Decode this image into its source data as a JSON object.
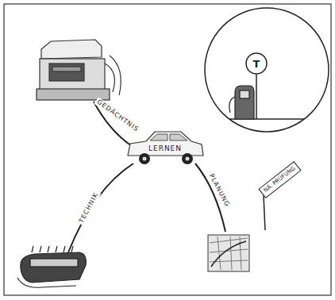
{
  "diagram": {
    "nodes": [
      {
        "text": [
          "LERNEN"
        ]
      },
      {
        "text": [
          "T"
        ]
      },
      {
        "text": [
          "NÄ. PRÜFUNG"
        ]
      }
    ],
    "labels": [
      "GEDÄCHTNIS",
      "TECHNIK",
      "PLANUNG"
    ]
  }
}
